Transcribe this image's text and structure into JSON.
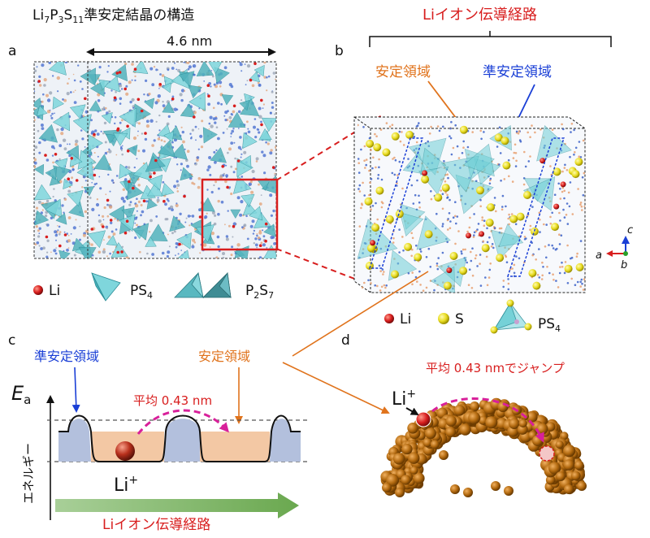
{
  "panel_a": {
    "letter": "a",
    "title_main": "Li",
    "title_sub1": "7",
    "title_mid1": "P",
    "title_sub2": "3",
    "title_mid2": "S",
    "title_sub3": "11",
    "title_rest": "準安定結晶の構造",
    "scale_label": "4.6 nm",
    "legend": {
      "li_label": "Li",
      "ps_label": "PS",
      "ps_sub": "4",
      "p2s7_p": "P",
      "p2s7_sub1": "2",
      "p2s7_s": "S",
      "p2s7_sub2": "7"
    }
  },
  "panel_b": {
    "letter": "b",
    "title": "Liイオン伝導経路",
    "stable_label": "安定領域",
    "metastable_label": "準安定領域",
    "axis_c": "c",
    "axis_a": "a",
    "axis_b": "b",
    "legend": {
      "li_label": "Li",
      "s_label": "S",
      "ps_label": "PS",
      "ps_sub": "4"
    }
  },
  "panel_c": {
    "letter": "c",
    "metastable_label": "準安定領域",
    "stable_label": "安定領域",
    "ea_main": "E",
    "ea_sub": "a",
    "y_label": "エネルギー",
    "jump_label": "平均 0.43 nm",
    "ion_main": "Li",
    "ion_sup": "+",
    "path_label": "Liイオン伝導経路"
  },
  "panel_d": {
    "letter": "d",
    "jump_label": "平均 0.43 nmでジャンプ",
    "ion_main": "Li",
    "ion_sup": "+"
  },
  "colors": {
    "red": "#d81e1e",
    "orange": "#e0731c",
    "blue": "#1a3fd6",
    "green": "#6aa84f",
    "magenta": "#d8209a",
    "tetra": "#6fcfd6",
    "stable_fill": "#f3c8a4",
    "metastable_fill": "#b3c0dd"
  }
}
